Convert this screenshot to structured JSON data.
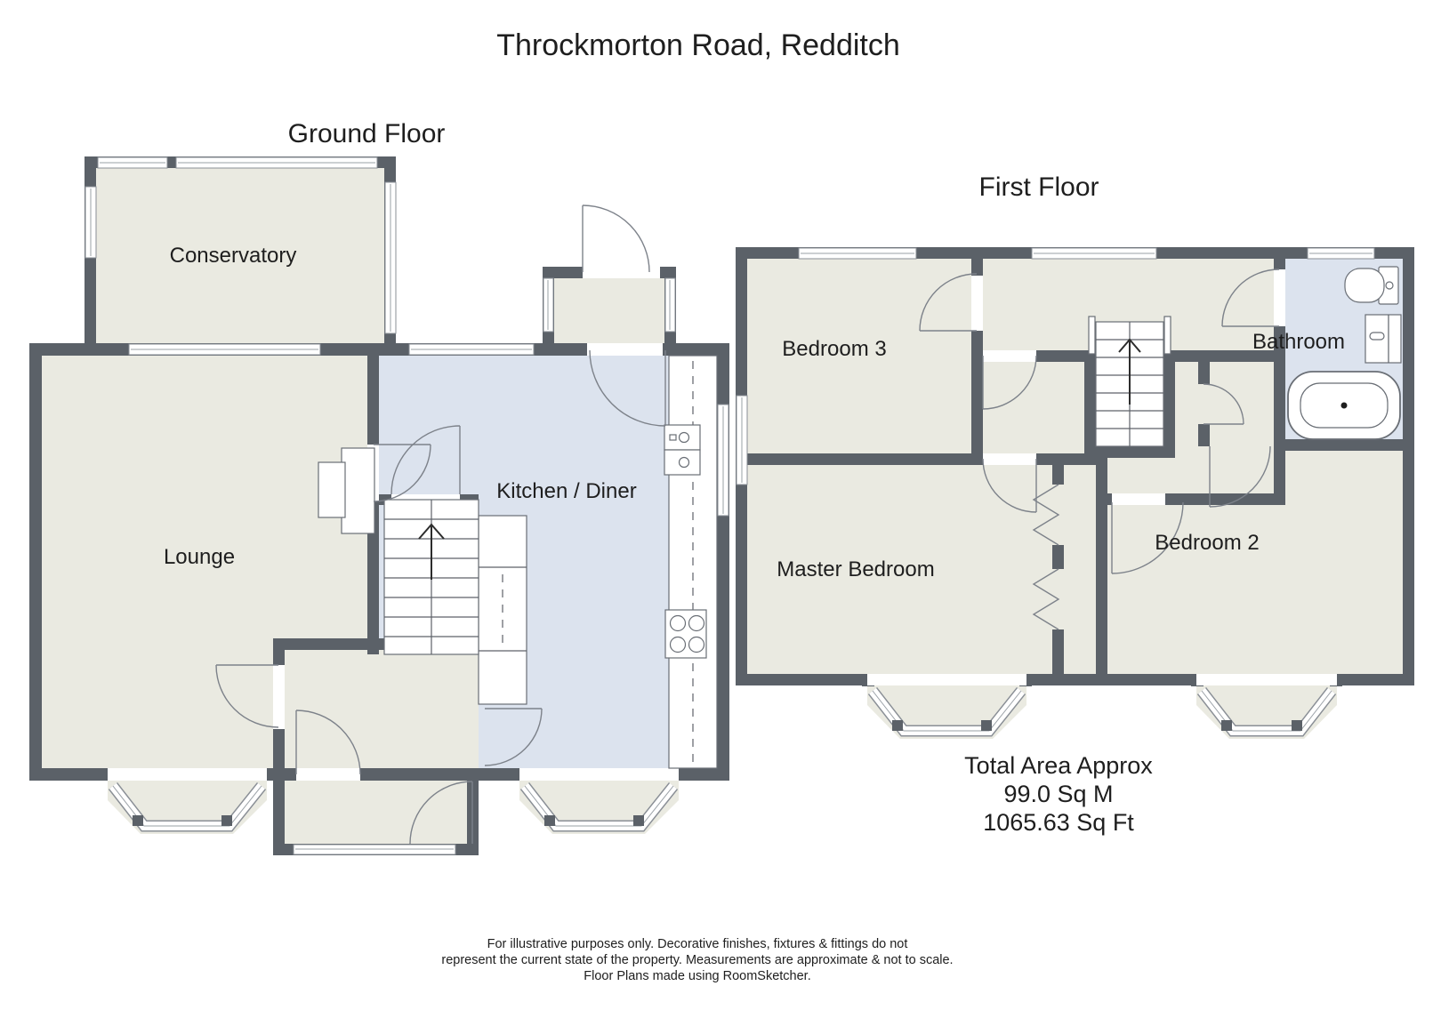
{
  "title": "Throckmorton Road, Redditch",
  "floors": {
    "ground": {
      "label": "Ground Floor",
      "rooms": {
        "conservatory": "Conservatory",
        "lounge": "Lounge",
        "kitchen": "Kitchen / Diner"
      }
    },
    "first": {
      "label": "First Floor",
      "rooms": {
        "bedroom3": "Bedroom 3",
        "master": "Master Bedroom",
        "bedroom2": "Bedroom 2",
        "bathroom": "Bathroom"
      }
    }
  },
  "total_area": {
    "line1": "Total Area Approx",
    "line2": "99.0 Sq M",
    "line3": "1065.63 Sq Ft"
  },
  "disclaimer": {
    "line1": "For illustrative purposes only. Decorative finishes, fixtures & fittings do not",
    "line2": "represent the current state of the property. Measurements are approximate & not to scale.",
    "line3": "Floor Plans made using RoomSketcher."
  },
  "colors": {
    "wall": "#5b6168",
    "floor": "#eaeae1",
    "wet_floor": "#dce3ee",
    "background": "#ffffff"
  }
}
